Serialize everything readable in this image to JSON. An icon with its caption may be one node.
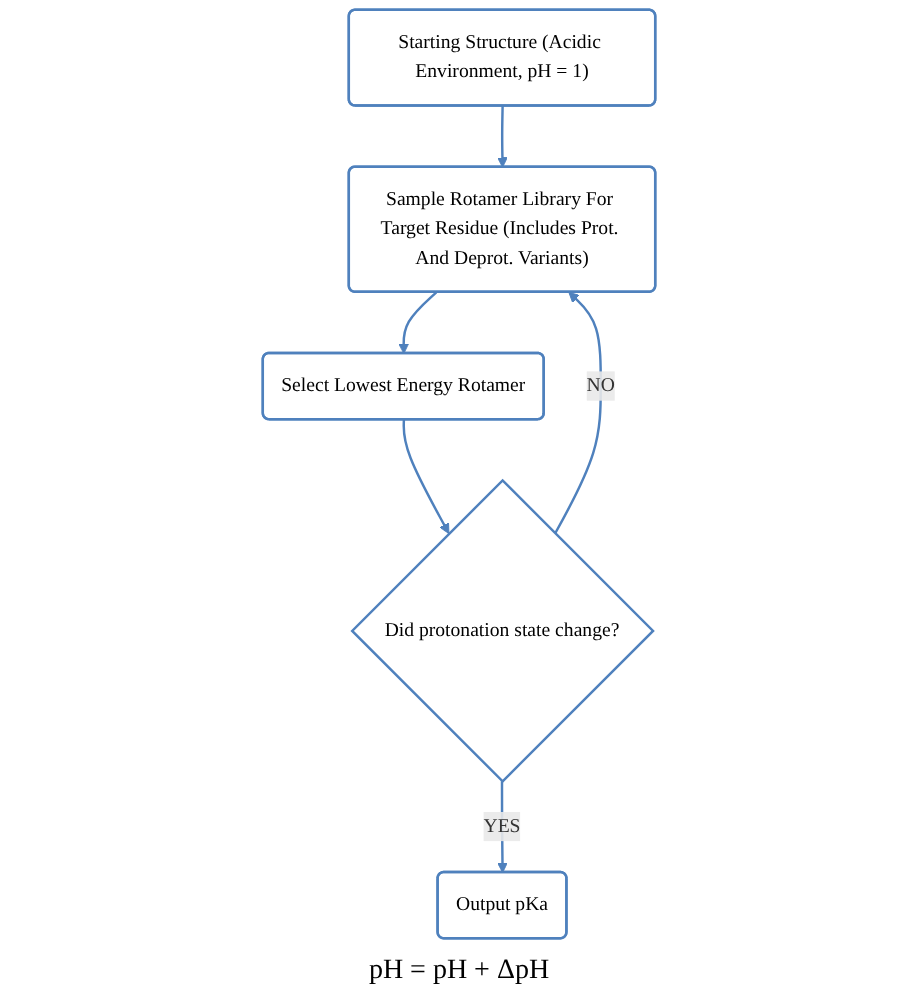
{
  "diagram": {
    "nodes": [
      {
        "text": [
          "Starting Structure (Acidic Environment, pH = 1)"
        ]
      },
      {
        "text": [
          "Sample Rotamer Library For Target Residue (Includes Prot. And Deprot. Variants)"
        ]
      },
      {
        "text": [
          "Select Lowest Energy Rotamer"
        ]
      },
      {
        "text": [
          "Did protonation state change?"
        ]
      },
      {
        "text": [
          "Output pKa"
        ]
      }
    ],
    "edges": [
      {
        "from": 0,
        "to": 1,
        "arrow": "to"
      },
      {
        "from": 1,
        "to": 2,
        "arrow": "to"
      },
      {
        "from": 2,
        "to": 3,
        "arrow": "to"
      },
      {
        "from": 3,
        "to": 1,
        "arrow": "to",
        "label": "NO"
      },
      {
        "from": 3,
        "to": 4,
        "arrow": "to",
        "label": "YES"
      }
    ],
    "labels": [
      "pH = pH + ΔpH"
    ]
  }
}
